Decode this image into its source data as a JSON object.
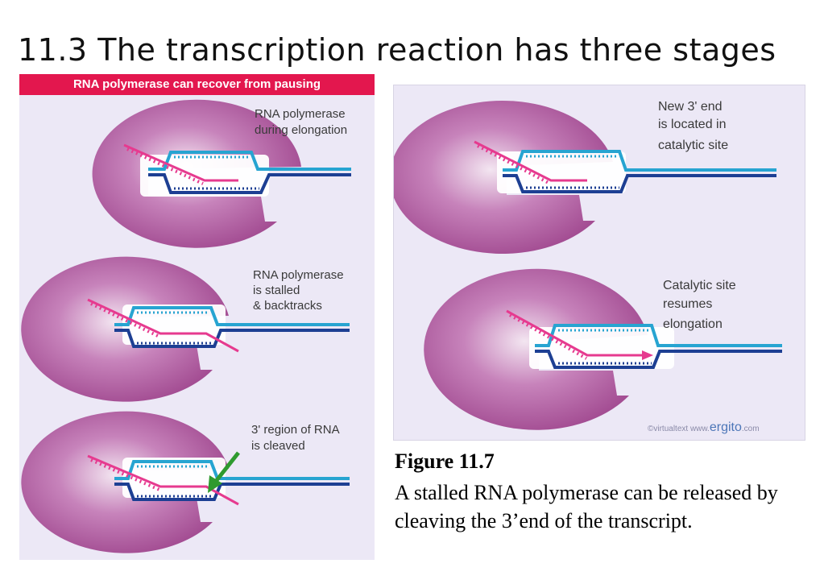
{
  "title": "11.3 The transcription reaction has three stages",
  "left_panel": {
    "banner": "RNA polymerase can recover from pausing",
    "stages": [
      {
        "label_line1": "RNA polymerase",
        "label_line2": "during elongation",
        "label_line3": ""
      },
      {
        "label_line1": "RNA polymerase",
        "label_line2": "is stalled",
        "label_line3": "& backtracks"
      },
      {
        "label_line1": "3' region of RNA",
        "label_line2": "is cleaved",
        "label_line3": ""
      }
    ]
  },
  "right_panel": {
    "stages": [
      {
        "label_line1": "New 3' end",
        "label_line2": "is located in",
        "label_line3": "catalytic site"
      },
      {
        "label_line1": "Catalytic site",
        "label_line2": "resumes",
        "label_line3": "elongation"
      }
    ],
    "credit_prefix": "©virtualtext www.",
    "credit_brand": "ergito",
    "credit_suffix": ".com"
  },
  "caption": {
    "figure": "Figure 11.7",
    "text": "A stalled RNA polymerase can be released by cleaving the 3’end of the transcript."
  },
  "colors": {
    "banner": "#e3174e",
    "polymerase": "#a9529a",
    "dna_light": "#27a4d1",
    "dna_dark": "#1d3f93",
    "rna": "#e63a8f",
    "arrow_green": "#2f9a2f"
  }
}
